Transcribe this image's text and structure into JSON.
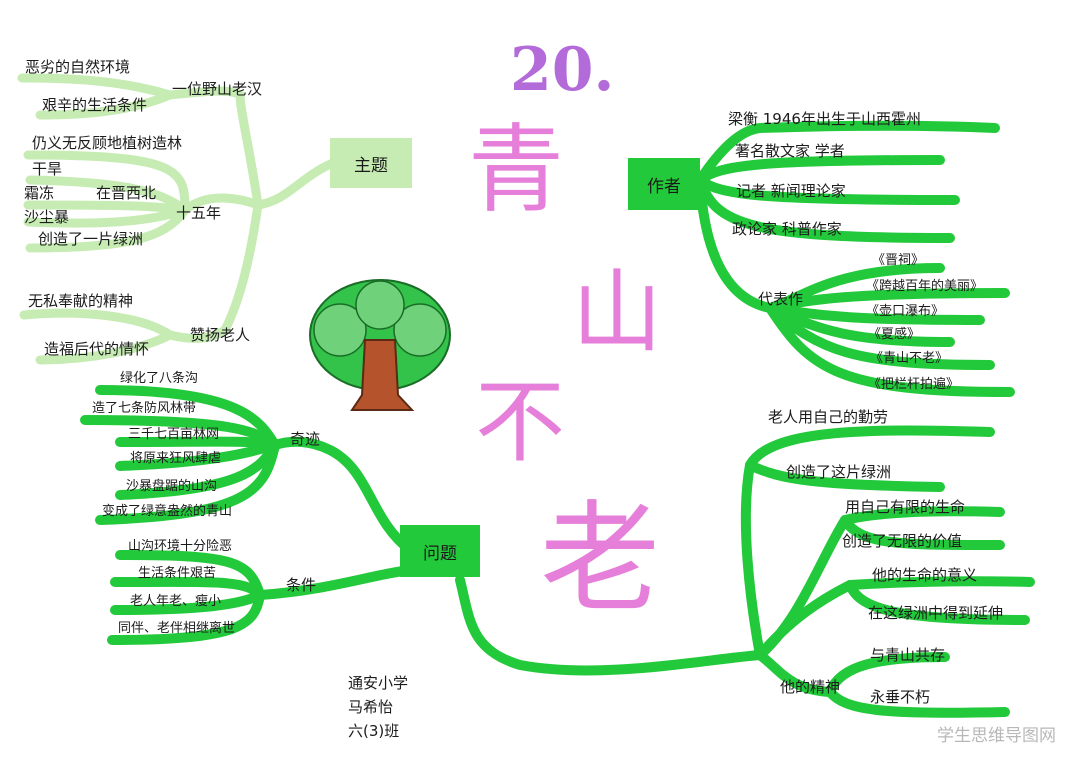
{
  "colors": {
    "dark_green": "#22c93a",
    "light_green": "#c6ecb4",
    "title_pink": "#e67fd9",
    "number_purple": "#b36bd9",
    "tree_trunk": "#b5542c",
    "tree_leaf": "#33c24a"
  },
  "title": {
    "number": "20.",
    "chars": [
      "青",
      "山",
      "不",
      "老"
    ]
  },
  "left_top": {
    "label": "主题",
    "groups": [
      {
        "label": "一位野山老汉",
        "items": [
          "恶劣的自然环境",
          "艰辛的生活条件"
        ]
      },
      {
        "label": "十五年",
        "items": [
          "仍义无反顾地植树造林",
          "干旱",
          "霜冻",
          "沙尘暴",
          "创造了一片绿洲"
        ],
        "sub_label": "在晋西北"
      },
      {
        "label": "赞扬老人",
        "items": [
          "无私奉献的精神",
          "造福后代的情怀"
        ]
      }
    ]
  },
  "left_bottom": {
    "label": "问题",
    "groups": [
      {
        "label": "奇迹",
        "items": [
          "绿化了八条沟",
          "造了七条防风林带",
          "三千七百亩林网",
          "将原来狂风肆虐",
          "沙暴盘踞的山沟",
          "变成了绿意盎然的青山"
        ]
      },
      {
        "label": "条件",
        "items": [
          "山沟环境十分险恶",
          "生活条件艰苦",
          "老人年老、瘦小",
          "同伴、老伴相继离世"
        ]
      }
    ]
  },
  "right_top": {
    "label": "作者",
    "items": [
      "梁衡 1946年出生于山西霍州",
      "著名散文家  学者",
      "记者  新闻理论家",
      "政论家  科普作家"
    ],
    "works_label": "代表作",
    "works": [
      "《晋祠》",
      "《跨越百年的美丽》",
      "《壶口瀑布》",
      "《夏感》",
      "《青山不老》",
      "《把栏杆拍遍》"
    ]
  },
  "right_bottom": {
    "items": [
      "老人用自己的勤劳",
      "创造了这片绿洲",
      "用自己有限的生命",
      "创造了无限的价值",
      "他的生命的意义",
      "在这绿洲中得到延伸"
    ],
    "spirit_label": "他的精神",
    "spirit": [
      "与青山共存",
      "永垂不朽"
    ]
  },
  "author_note": [
    "通安小学",
    "马希怡",
    "六(3)班"
  ],
  "watermark": "学生思维导图网"
}
